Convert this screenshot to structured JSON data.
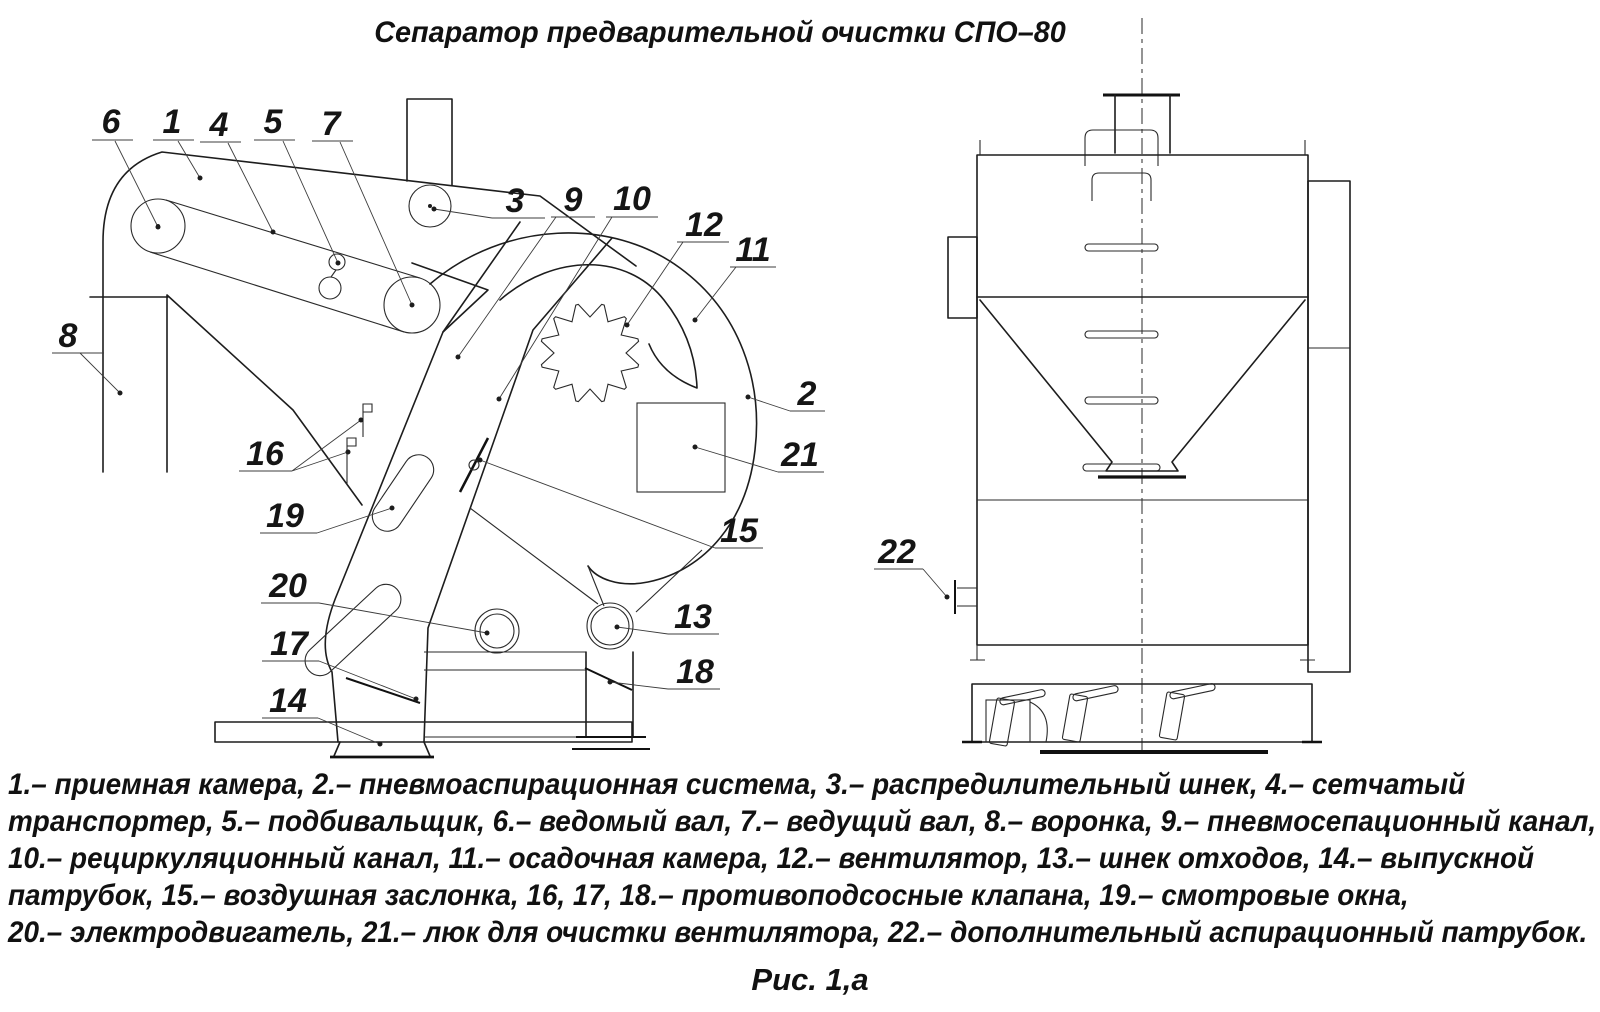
{
  "title": "Сепаратор предварительной очистки СПО–80",
  "caption": "Рис. 1,а",
  "legend": {
    "lines": [
      "1.– приемная камера, 2.– пневмоаспирационная система, 3.– распредилительный шнек, 4.– сетчатый",
      "транспортер, 5.– подбивальщик, 6.– ведомый вал, 7.– ведущий вал, 8.– воронка, 9.– пневмосепационный канал,",
      "10.– рециркуляционный канал, 11.– осадочная камера, 12.– вентилятор, 13.– шнек отходов, 14.– выпускной",
      "патрубок, 15.– воздушная заслонка, 16, 17, 18.– противоподсосные клапана, 19.– смотровые окна,",
      "20.– электродвигатель, 21.– люк для очистки вентилятора, 22.– дополнительный аспирационный патрубок."
    ]
  },
  "callouts": {
    "n1": "1",
    "n2": "2",
    "n3": "3",
    "n4": "4",
    "n5": "5",
    "n6": "6",
    "n7": "7",
    "n8": "8",
    "n9": "9",
    "n10": "10",
    "n11": "11",
    "n12": "12",
    "n13": "13",
    "n14": "14",
    "n15": "15",
    "n16": "16",
    "n17": "17",
    "n18": "18",
    "n19": "19",
    "n20": "20",
    "n21": "21",
    "n22": "22"
  },
  "colors": {
    "line": "#1d1d1d",
    "leader": "#3c3c3c",
    "background": "#ffffff"
  }
}
